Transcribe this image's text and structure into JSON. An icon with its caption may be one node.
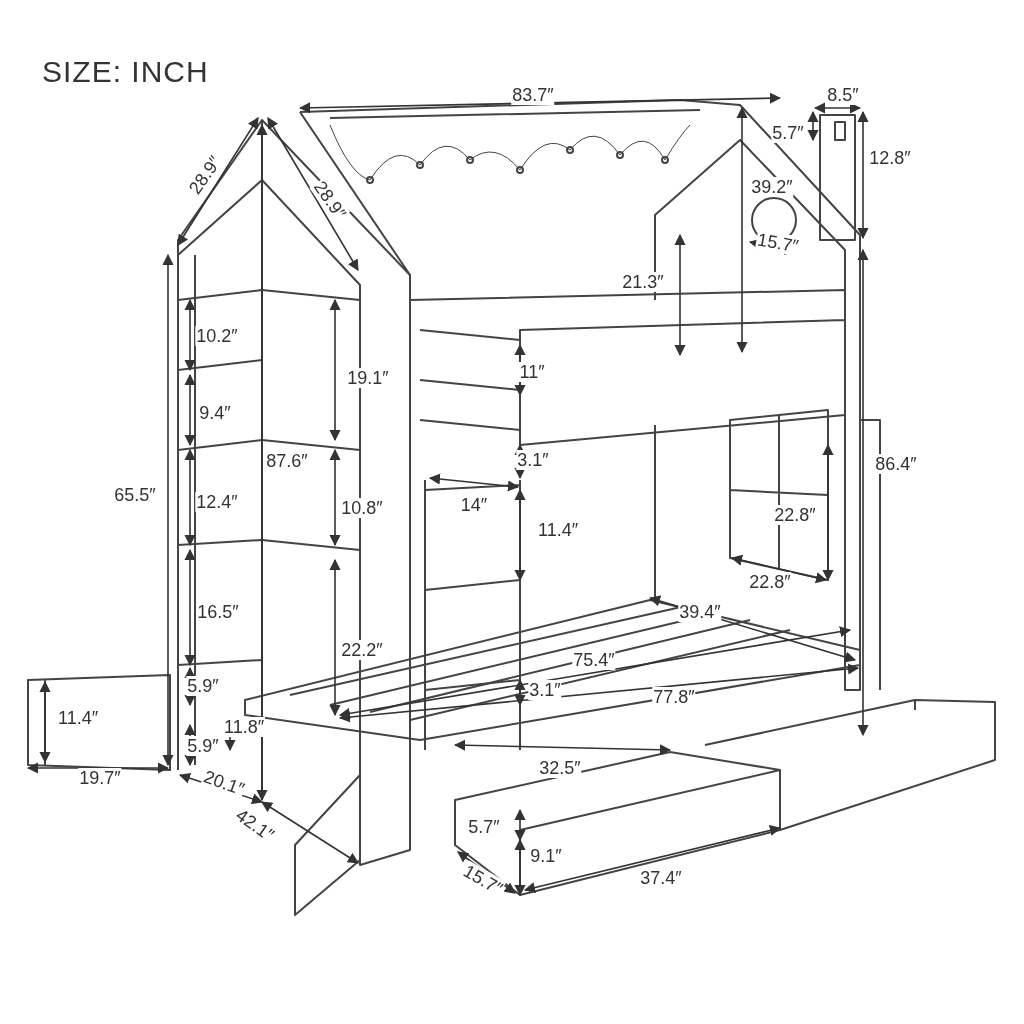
{
  "diagram": {
    "title": "SIZE: INCH",
    "labels": [
      "83.7″",
      "8.5″",
      "5.7″",
      "12.8″",
      "28.9″",
      "28.9″",
      "39.2″",
      "15.7″",
      "21.3″",
      "10.2″",
      "19.1″",
      "11″",
      "9.4″",
      "87.6″",
      "3.1″",
      "86.4″",
      "65.5″",
      "12.4″",
      "10.8″",
      "14″",
      "11.4″",
      "22.8″",
      "22.8″",
      "16.5″",
      "39.4″",
      "22.2″",
      "75.4″",
      "5.9″",
      "3.1″",
      "77.8″",
      "11.4″",
      "11.8″",
      "5.9″",
      "19.7″",
      "20.1″",
      "32.5″",
      "42.1″",
      "5.7″",
      "9.1″",
      "15.7″",
      "37.4″"
    ]
  }
}
